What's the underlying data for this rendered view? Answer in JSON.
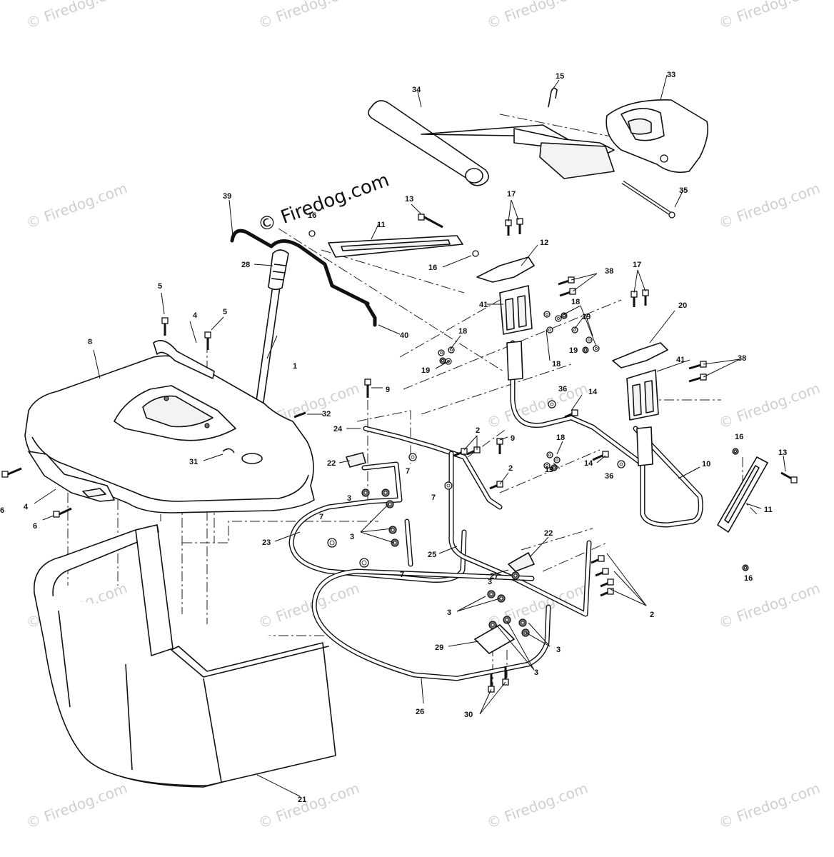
{
  "watermark": {
    "brand": "Firedog.com",
    "symbol": "©",
    "main_text": "© Firedog.com",
    "tile_text": "© Firedog.com",
    "color": "#cfcfcf"
  },
  "callouts": [
    {
      "id": "c1",
      "label": "1"
    },
    {
      "id": "c2a",
      "label": "2"
    },
    {
      "id": "c2b",
      "label": "2"
    },
    {
      "id": "c2c",
      "label": "2"
    },
    {
      "id": "c3a",
      "label": "3"
    },
    {
      "id": "c3b",
      "label": "3"
    },
    {
      "id": "c3c",
      "label": "3"
    },
    {
      "id": "c3d",
      "label": "3"
    },
    {
      "id": "c3e",
      "label": "3"
    },
    {
      "id": "c3f",
      "label": "3"
    },
    {
      "id": "c4a",
      "label": "4"
    },
    {
      "id": "c4b",
      "label": "4"
    },
    {
      "id": "c5a",
      "label": "5"
    },
    {
      "id": "c5b",
      "label": "5"
    },
    {
      "id": "c6a",
      "label": "6"
    },
    {
      "id": "c6b",
      "label": "6"
    },
    {
      "id": "c7a",
      "label": "7"
    },
    {
      "id": "c7b",
      "label": "7"
    },
    {
      "id": "c7c",
      "label": "7"
    },
    {
      "id": "c7d",
      "label": "7"
    },
    {
      "id": "c8",
      "label": "8"
    },
    {
      "id": "c9a",
      "label": "9"
    },
    {
      "id": "c9b",
      "label": "9"
    },
    {
      "id": "c10",
      "label": "10"
    },
    {
      "id": "c11a",
      "label": "11"
    },
    {
      "id": "c11b",
      "label": "11"
    },
    {
      "id": "c12",
      "label": "12"
    },
    {
      "id": "c13a",
      "label": "13"
    },
    {
      "id": "c13b",
      "label": "13"
    },
    {
      "id": "c14a",
      "label": "14"
    },
    {
      "id": "c14b",
      "label": "14"
    },
    {
      "id": "c15",
      "label": "15"
    },
    {
      "id": "c16a",
      "label": "16"
    },
    {
      "id": "c16b",
      "label": "16"
    },
    {
      "id": "c16c",
      "label": "16"
    },
    {
      "id": "c16d",
      "label": "16"
    },
    {
      "id": "c17a",
      "label": "17"
    },
    {
      "id": "c17b",
      "label": "17"
    },
    {
      "id": "c18a",
      "label": "18"
    },
    {
      "id": "c18b",
      "label": "18"
    },
    {
      "id": "c18c",
      "label": "18"
    },
    {
      "id": "c18d",
      "label": "18"
    },
    {
      "id": "c19a",
      "label": "19"
    },
    {
      "id": "c19b",
      "label": "19"
    },
    {
      "id": "c19c",
      "label": "19"
    },
    {
      "id": "c19d",
      "label": "19"
    },
    {
      "id": "c20",
      "label": "20"
    },
    {
      "id": "c21",
      "label": "21"
    },
    {
      "id": "c22a",
      "label": "22"
    },
    {
      "id": "c22b",
      "label": "22"
    },
    {
      "id": "c23",
      "label": "23"
    },
    {
      "id": "c24",
      "label": "24"
    },
    {
      "id": "c25",
      "label": "25"
    },
    {
      "id": "c26",
      "label": "26"
    },
    {
      "id": "c27",
      "label": "27"
    },
    {
      "id": "c28",
      "label": "28"
    },
    {
      "id": "c29",
      "label": "29"
    },
    {
      "id": "c30",
      "label": "30"
    },
    {
      "id": "c31",
      "label": "31"
    },
    {
      "id": "c32",
      "label": "32"
    },
    {
      "id": "c33",
      "label": "33"
    },
    {
      "id": "c34",
      "label": "34"
    },
    {
      "id": "c35",
      "label": "35"
    },
    {
      "id": "c36a",
      "label": "36"
    },
    {
      "id": "c36b",
      "label": "36"
    },
    {
      "id": "c38a",
      "label": "38"
    },
    {
      "id": "c38b",
      "label": "38"
    },
    {
      "id": "c39",
      "label": "39"
    },
    {
      "id": "c40",
      "label": "40"
    },
    {
      "id": "c41a",
      "label": "41"
    },
    {
      "id": "c41b",
      "label": "41"
    }
  ]
}
